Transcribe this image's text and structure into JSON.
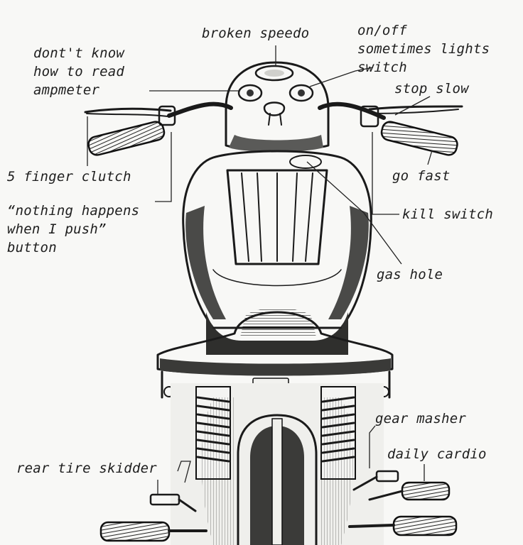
{
  "labels": {
    "broken_speedo": "broken speedo",
    "ampmeter": "dont't know\nhow to read\nampmeter",
    "lights_switch": "on/off\nsometimes lights\nswitch",
    "stop_slow": "stop slow",
    "go_fast": "go fast",
    "clutch": "5 finger clutch",
    "button": "“nothing happens\nwhen I push”\nbutton",
    "kill_switch": "kill switch",
    "gas_hole": "gas hole",
    "gear_masher": "gear masher",
    "daily_cardio": "daily cardio",
    "rear_tire_skidder": "rear tire skidder"
  },
  "colors": {
    "ink": "#1a1a1a",
    "paper": "#f8f8f6",
    "metal": "#d9d9d6",
    "shadow": "#444444"
  }
}
